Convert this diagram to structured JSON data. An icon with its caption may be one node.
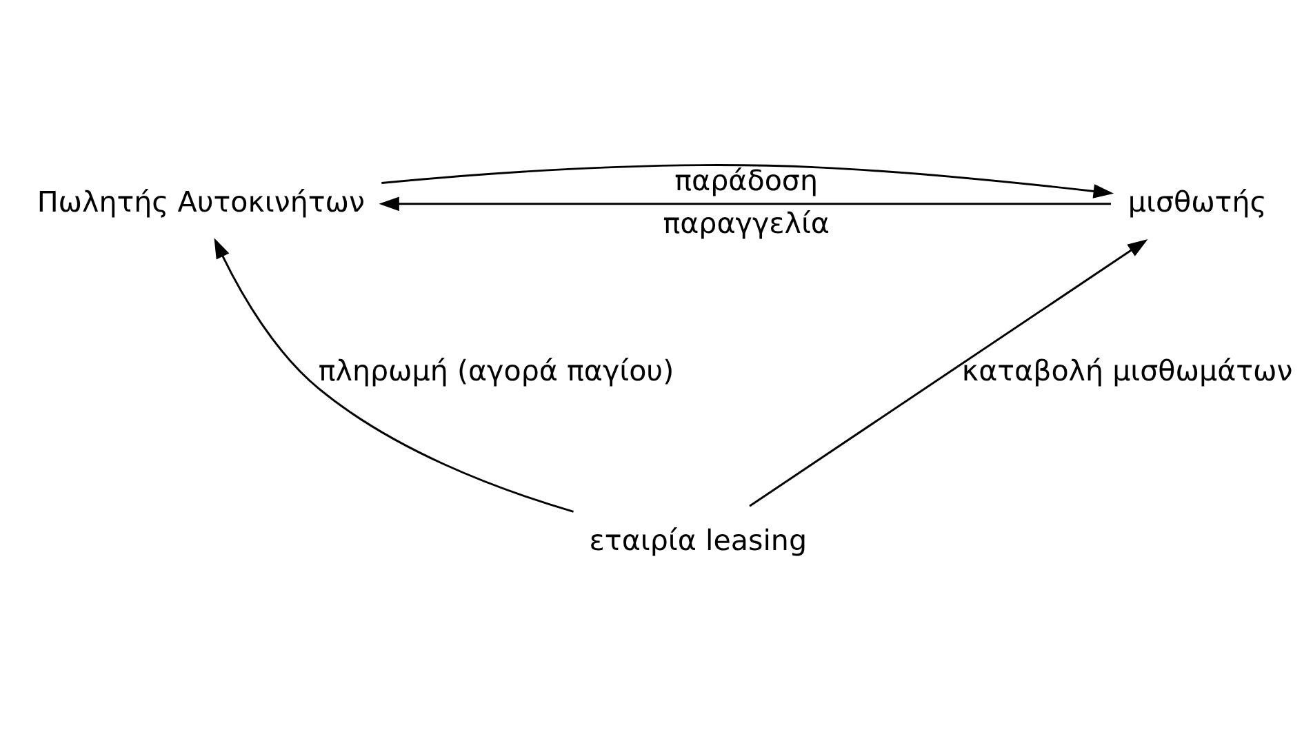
{
  "diagram": {
    "nodes": [
      {
        "text": [
          "Πωλητής Αυτοκινήτων"
        ]
      },
      {
        "text": [
          "μισθωτής"
        ]
      },
      {
        "text": [
          "εταιρία leasing"
        ]
      }
    ],
    "edges": [
      {
        "from": 0,
        "to": 1,
        "arrow": "to",
        "label": "παράδοση"
      },
      {
        "from": 1,
        "to": 0,
        "arrow": "to",
        "label": "παραγγελία"
      },
      {
        "from": 2,
        "to": 0,
        "arrow": "to",
        "label": "πληρωμή (αγορά παγίου)"
      },
      {
        "from": 2,
        "to": 1,
        "arrow": "to",
        "label": "καταβολή μισθωμάτων"
      }
    ]
  }
}
